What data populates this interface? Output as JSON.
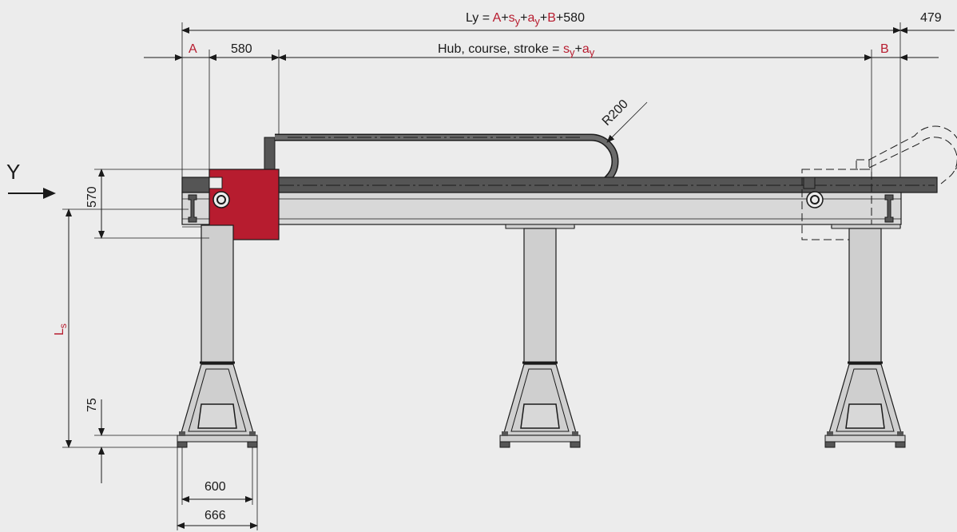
{
  "dimensions": {
    "ly_prefix": "Ly = ",
    "ly_a": "A",
    "ly_plus1": "+",
    "ly_sy": "s",
    "ly_sy_sub": "y",
    "ly_plus2": "+",
    "ly_ay": "a",
    "ly_ay_sub": "y",
    "ly_plus3": "+",
    "ly_b": "B",
    "ly_suffix": "+580",
    "right_overhang": "479",
    "label_a": "A",
    "label_b": "B",
    "carriage_width": "580",
    "stroke_prefix": "Hub, course, stroke = ",
    "stroke_sy": "s",
    "stroke_sy_sub": "y",
    "stroke_plus": "+",
    "stroke_ay": "a",
    "stroke_ay_sub": "y",
    "radius": "R200",
    "height_570": "570",
    "support_height": "L",
    "support_height_sub": "s",
    "base_75": "75",
    "base_600": "600",
    "base_666": "666"
  },
  "axis": {
    "label": "Y"
  },
  "colors": {
    "accent": "#b71c2f",
    "background": "#ececec",
    "beam": "#cfcfcf",
    "dark_rail": "#555555"
  }
}
